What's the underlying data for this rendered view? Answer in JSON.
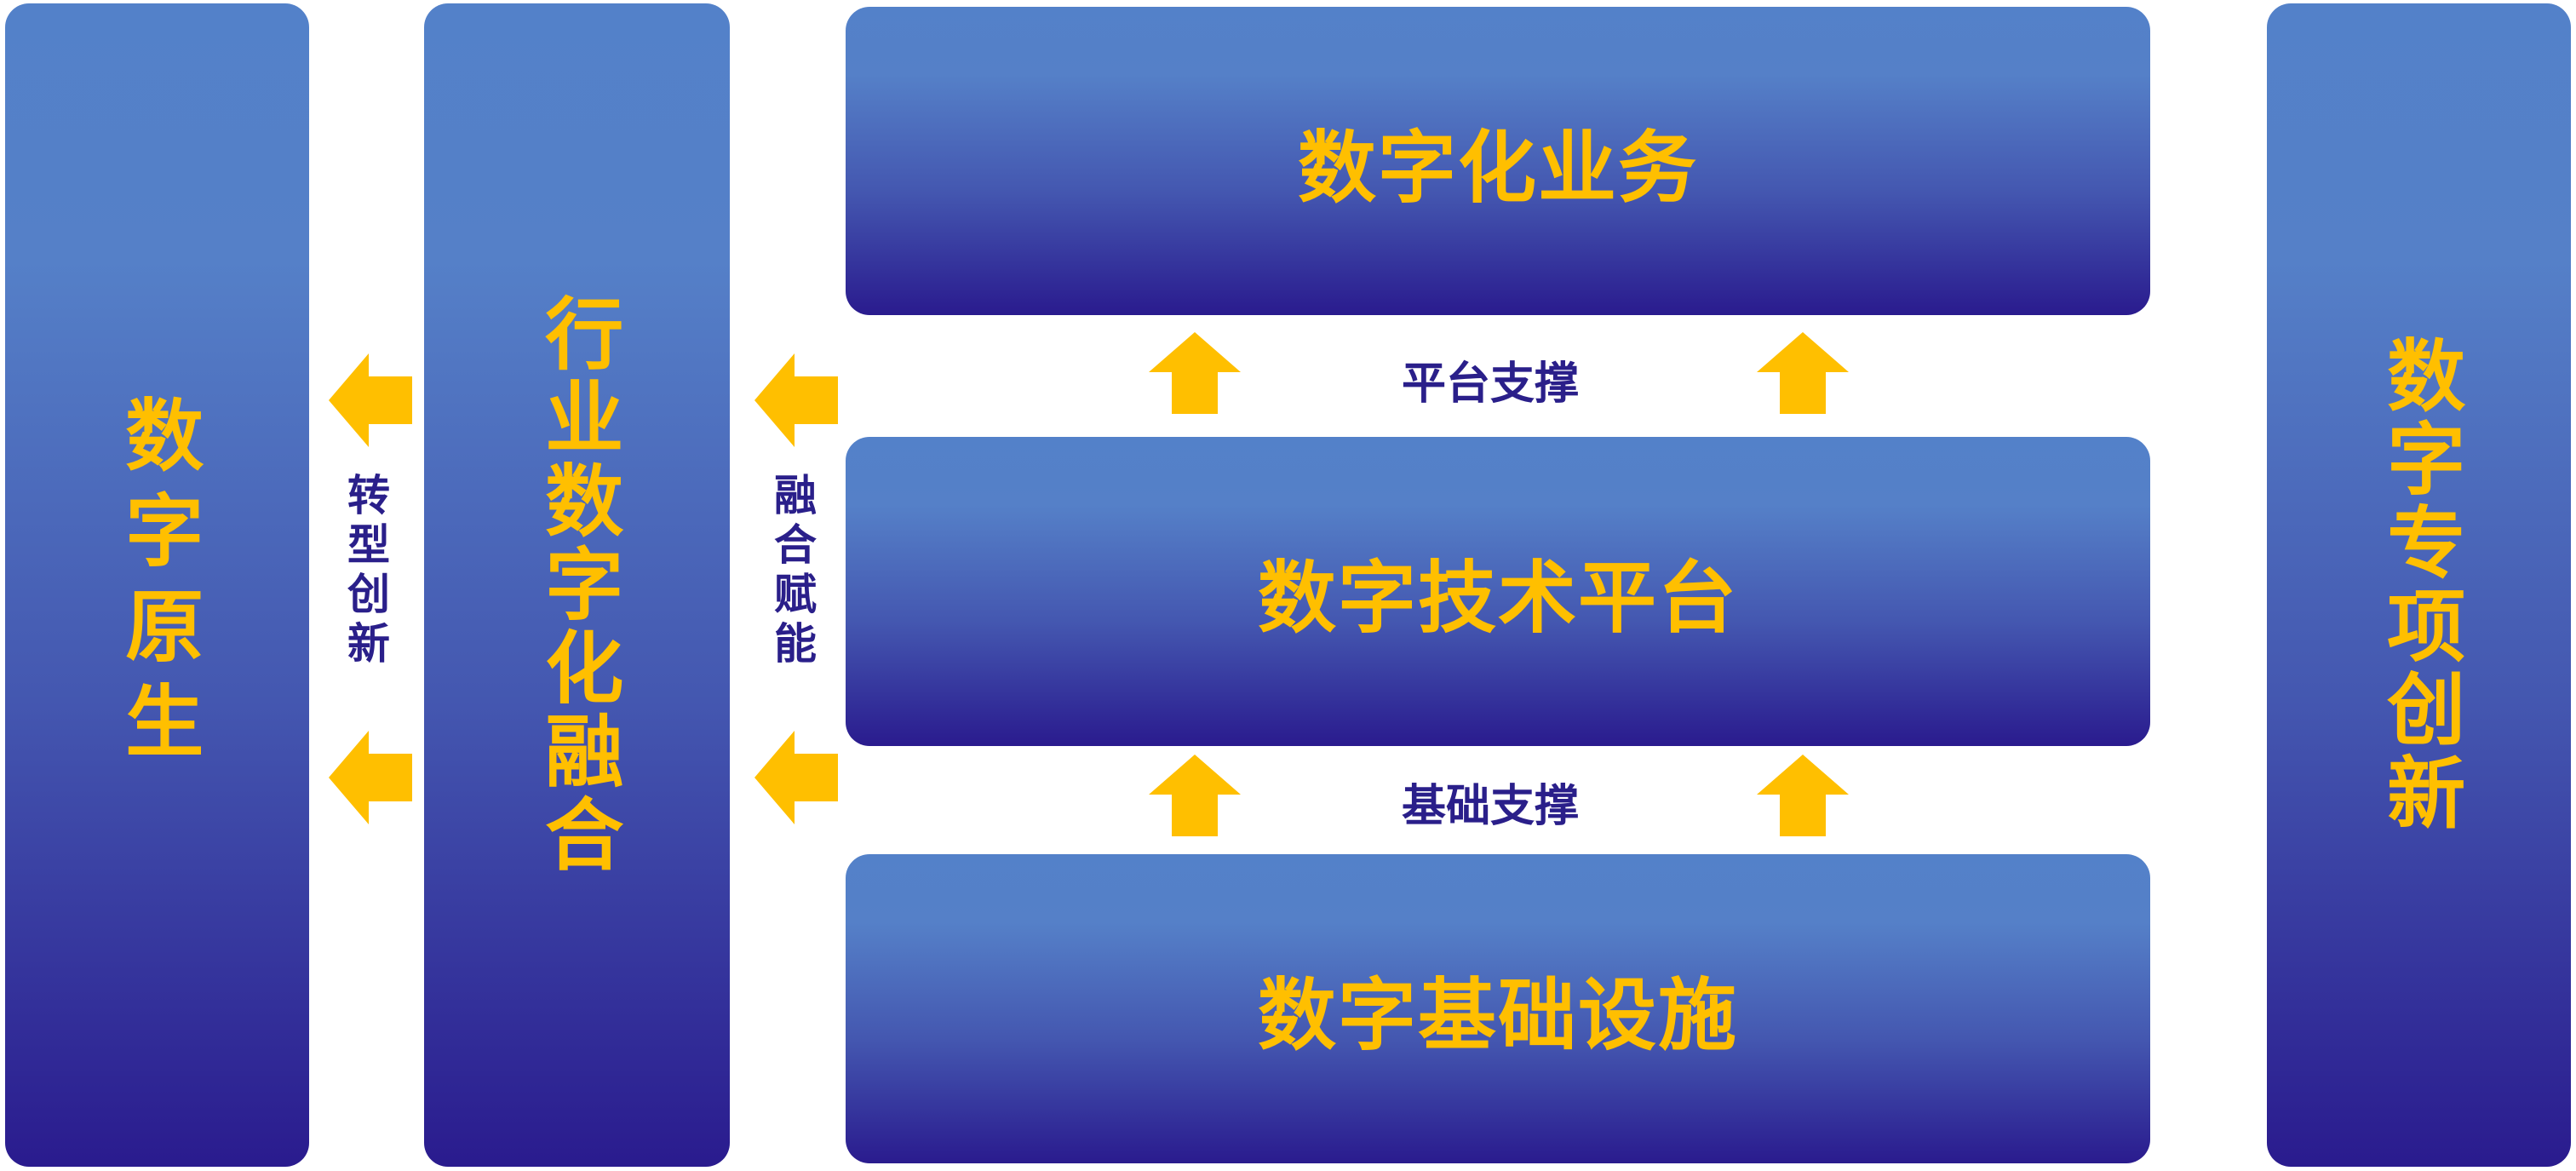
{
  "colors": {
    "box_top": "#5381c9",
    "box_bottom": "#2a1b8e",
    "box_text": "#ffbf00",
    "arrow": "#ffbf00",
    "label_text": "#2a1f8a"
  },
  "columns": {
    "digital_native": "数字原生",
    "industry_fusion": "行业数字化融合",
    "special_innovation": "数字专项创新"
  },
  "layers": {
    "business": "数字化业务",
    "tech_platform": "数字技术平台",
    "infrastructure": "数字基础设施"
  },
  "connectors": {
    "transform_innovation": "转型创新",
    "fusion_empower": "融合赋能",
    "platform_support": "平台支撑",
    "base_support": "基础支撑"
  },
  "icons": {
    "left_arrow": "arrow-left-icon",
    "up_arrow": "arrow-up-icon"
  }
}
